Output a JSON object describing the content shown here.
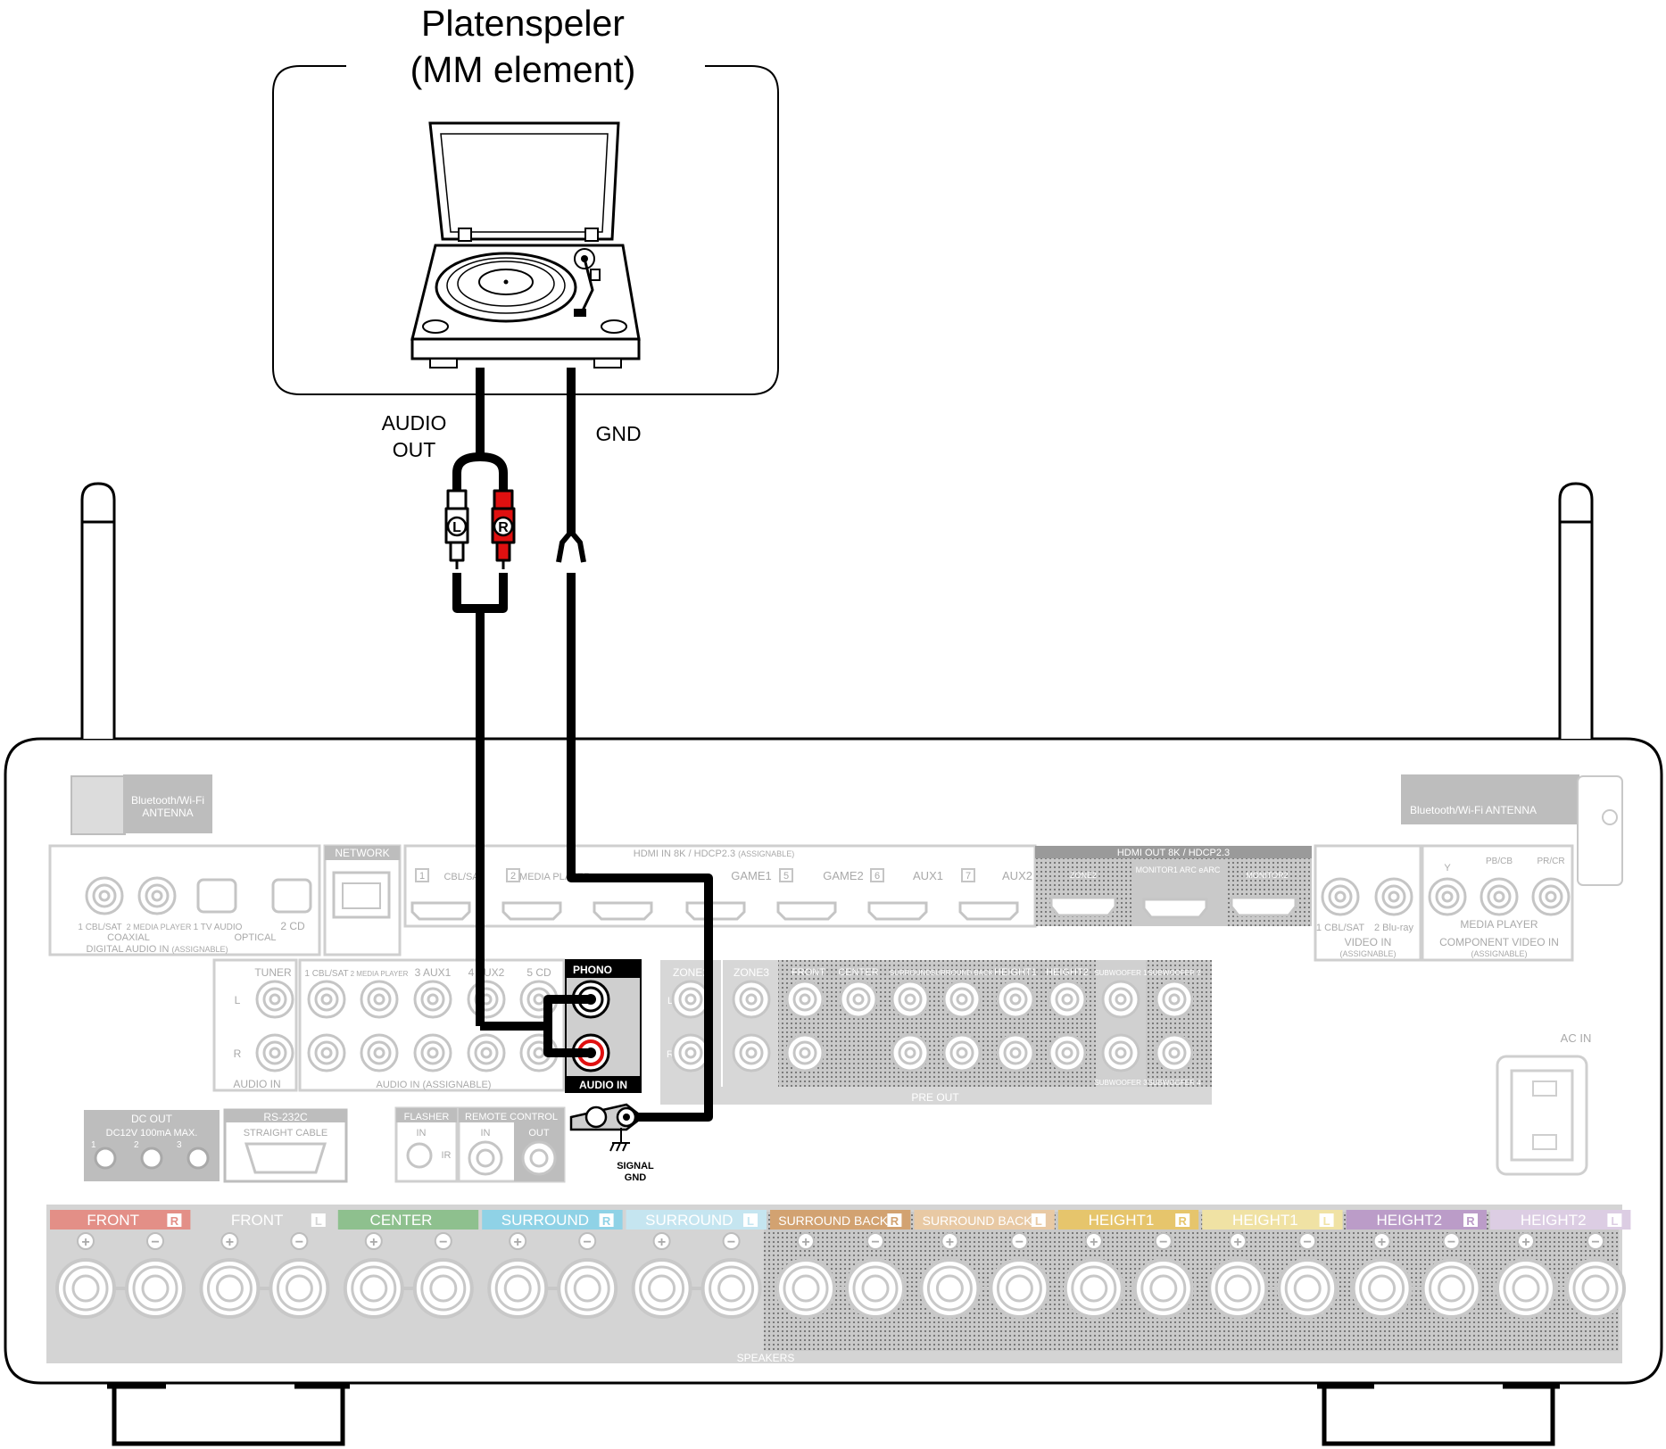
{
  "device": {
    "title_line1": "Platenspeler",
    "title_line2": "(MM element)"
  },
  "cables": {
    "audio_out_line1": "AUDIO",
    "audio_out_line2": "OUT",
    "gnd": "GND",
    "plug_left": "L",
    "plug_right": "R"
  },
  "receiver": {
    "antenna_left": [
      "Bluetooth/Wi-Fi",
      "ANTENNA"
    ],
    "antenna_right": "Bluetooth/Wi-Fi ANTENNA",
    "network": "NETWORK",
    "hdmi_in": "HDMI IN 8K / HDCP2.3",
    "hdmi_in_assignable": "(ASSIGNABLE)",
    "hdmi_in_ports": [
      {
        "num": "1",
        "label": "CBL/SAT"
      },
      {
        "num": "2",
        "label": "MEDIA PLAYER"
      },
      {
        "num": "",
        "label": ""
      },
      {
        "num": "",
        "label": ""
      },
      {
        "num": "5",
        "label": "GAME1"
      },
      {
        "num": "6",
        "label": "GAME2"
      },
      {
        "num": "7",
        "label": "AUX1"
      },
      {
        "num": "",
        "label": "AUX2"
      }
    ],
    "hdmi_out": "HDMI OUT 8K / HDCP2.3",
    "hdmi_out_ports": [
      "ZONE2",
      "MONITOR1 ARC eARC",
      "MONITOR2"
    ],
    "digital_audio_in": "DIGITAL AUDIO IN",
    "assignable": "(ASSIGNABLE)",
    "coaxial": "COAXIAL",
    "optical": "OPTICAL",
    "coax_1": "1 CBL/SAT",
    "coax_2": "2 MEDIA PLAYER",
    "opt_1": "1 TV AUDIO",
    "opt_2": "2 CD",
    "video_in": "VIDEO IN",
    "video_in_ports": [
      "1 CBL/SAT",
      "2 Blu-ray"
    ],
    "component_video_in": "COMPONENT VIDEO IN",
    "component_ports": [
      "Y",
      "PB/CB",
      "PR/CR"
    ],
    "media_player": "MEDIA PLAYER",
    "tuner": "TUNER",
    "audio_in": "AUDIO IN",
    "audio_in_assignable": "AUDIO IN (ASSIGNABLE)",
    "audio_in_ports": [
      "1 CBL/SAT",
      "2 MEDIA PLAYER",
      "3 AUX1",
      "4 AUX2",
      "5 CD"
    ],
    "phono": "PHONO",
    "phono_audio_in": "AUDIO IN",
    "channel_l": "L",
    "channel_r": "R",
    "zone2": "ZONE2",
    "zone3": "ZONE3",
    "pre_out": "PRE OUT",
    "pre_out_labels": [
      "FRONT",
      "CENTER",
      "SURROUND",
      "SURROUND BACK",
      "HEIGHT1",
      "HEIGHT2",
      "SUBWOOFER 1",
      "SUBWOOFER 2"
    ],
    "pre_out_sub_labels": [
      "SUBWOOFER 3",
      "SUBWOOFER 4"
    ],
    "signal_gnd_line1": "SIGNAL",
    "signal_gnd_line2": "GND",
    "dc_out": "DC OUT",
    "dc_spec": "DC12V 100mA MAX.",
    "dc_ports": [
      "1",
      "2",
      "3"
    ],
    "rs232c": "RS-232C",
    "straight_cable": "STRAIGHT CABLE",
    "flasher": "FLASHER",
    "flasher_in": "IN",
    "flasher_ir": "IR",
    "remote_control": "REMOTE CONTROL",
    "remote_in": "IN",
    "remote_out": "OUT",
    "ac_in": "AC IN",
    "speakers": "SPEAKERS",
    "speaker_groups": [
      {
        "label": "FRONT",
        "side": "R",
        "color": "#e38f87"
      },
      {
        "label": "FRONT",
        "side": "L",
        "color": "#d4d4d4"
      },
      {
        "label": "CENTER",
        "side": "",
        "color": "#8ec08e"
      },
      {
        "label": "SURROUND",
        "side": "R",
        "color": "#8fd2e6"
      },
      {
        "label": "SURROUND",
        "side": "L",
        "color": "#c5e5f0"
      },
      {
        "label": "SURROUND BACK",
        "side": "R",
        "color": "#d2a271"
      },
      {
        "label": "SURROUND BACK",
        "side": "L",
        "color": "#e8c9a4"
      },
      {
        "label": "HEIGHT1",
        "side": "R",
        "color": "#e6c56c"
      },
      {
        "label": "HEIGHT1",
        "side": "L",
        "color": "#f0e2a4"
      },
      {
        "label": "HEIGHT2",
        "side": "R",
        "color": "#bb9cc8"
      },
      {
        "label": "HEIGHT2",
        "side": "L",
        "color": "#dccde3"
      }
    ],
    "plus": "+",
    "minus": "−"
  }
}
